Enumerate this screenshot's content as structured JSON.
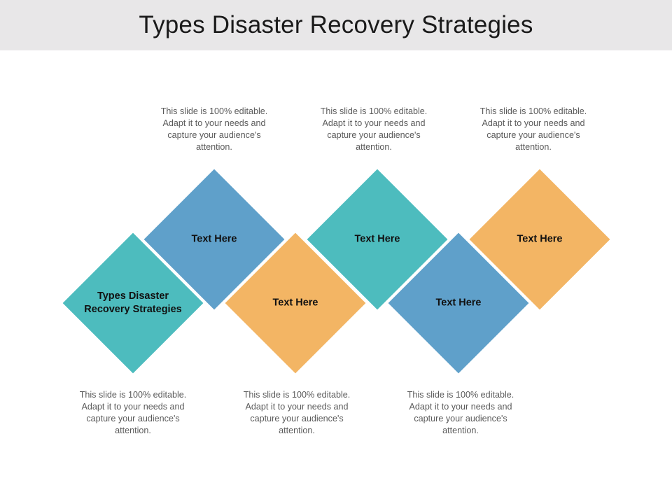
{
  "title": "Types Disaster Recovery Strategies",
  "colors": {
    "teal": "#4dbcbe",
    "blue": "#5fa0ca",
    "orange": "#f3b564",
    "title_bar": "#e8e7e8"
  },
  "diamonds": [
    {
      "label": "Types Disaster Recovery Strategies",
      "color": "teal"
    },
    {
      "label": "Text Here",
      "color": "blue"
    },
    {
      "label": "Text Here",
      "color": "orange"
    },
    {
      "label": "Text Here",
      "color": "teal"
    },
    {
      "label": "Text Here",
      "color": "blue"
    },
    {
      "label": "Text Here",
      "color": "orange"
    }
  ],
  "captions": {
    "top": [
      "This slide is 100% editable. Adapt it to your needs and capture your audience's attention.",
      "This slide is 100% editable. Adapt it to your needs and capture your audience's attention.",
      "This slide is 100% editable. Adapt it to your needs and capture your audience's attention."
    ],
    "bottom": [
      "This slide is 100% editable. Adapt it to your needs and capture your audience's attention.",
      "This slide is 100% editable. Adapt it to your needs and capture your audience's attention.",
      "This slide is 100% editable. Adapt it to your needs and capture your audience's attention."
    ]
  }
}
